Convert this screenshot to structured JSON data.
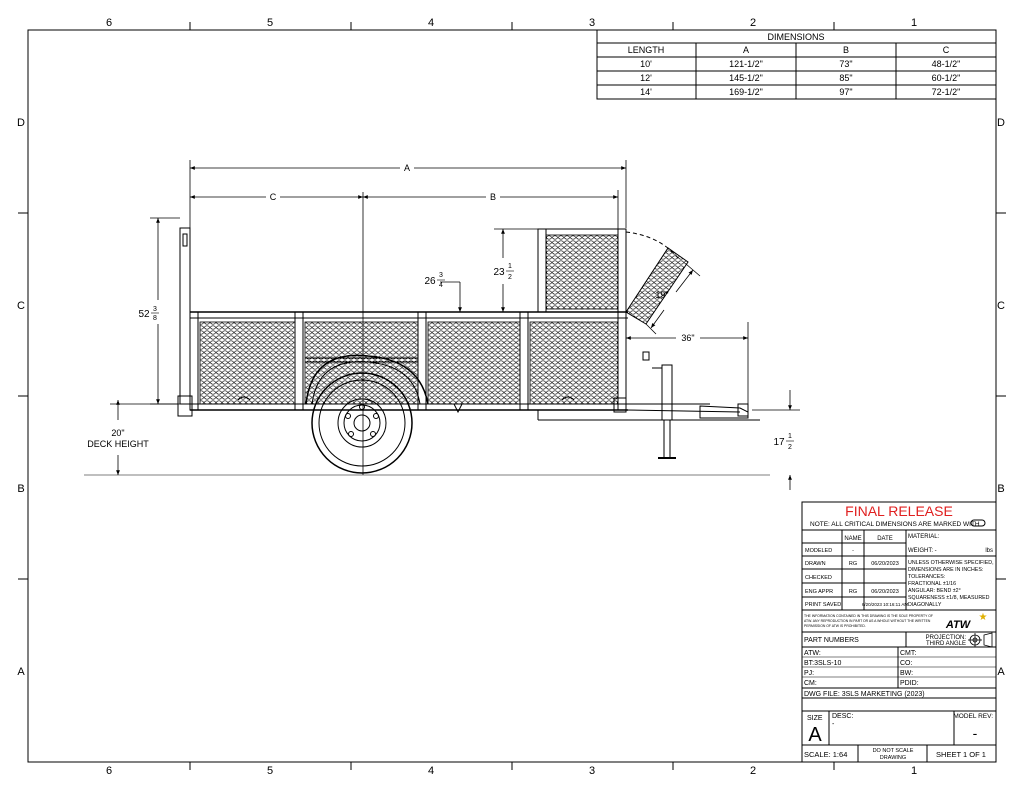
{
  "zones": {
    "top": [
      "6",
      "5",
      "4",
      "3",
      "2",
      "1"
    ],
    "bottom": [
      "6",
      "5",
      "4",
      "3",
      "2",
      "1"
    ],
    "left": [
      "D",
      "C",
      "B",
      "A"
    ],
    "right": [
      "D",
      "C",
      "B",
      "A"
    ]
  },
  "dimensions_table": {
    "title": "DIMENSIONS",
    "headers": [
      "LENGTH",
      "A",
      "B",
      "C"
    ],
    "rows": [
      [
        "10'",
        "121-1/2\"",
        "73\"",
        "48-1/2\""
      ],
      [
        "12'",
        "145-1/2\"",
        "85\"",
        "60-1/2\""
      ],
      [
        "14'",
        "169-1/2\"",
        "97\"",
        "72-1/2\""
      ]
    ]
  },
  "drawing": {
    "dim_a": "A",
    "dim_b": "B",
    "dim_c": "C",
    "gate_height_whole": "52",
    "gate_height_num": "3",
    "gate_height_den": "8",
    "side_height_whole": "26",
    "side_height_num": "3",
    "side_height_den": "4",
    "front_height_whole": "23",
    "front_height_num": "1",
    "front_height_den": "2",
    "angle_dim": "19\"",
    "tongue_dim": "36\"",
    "deck_height_value": "20\"",
    "deck_height_label": "DECK HEIGHT",
    "coupler_height_whole": "17",
    "coupler_height_num": "1",
    "coupler_height_den": "2"
  },
  "title_block": {
    "status": "FINAL RELEASE",
    "note": "NOTE: ALL CRITICAL DIMENSIONS ARE MARKED WITH",
    "col_name": "NAME",
    "col_date": "DATE",
    "material_label": "MATERIAL:",
    "rows": [
      {
        "label": "MODELED",
        "name": "-",
        "date": ""
      },
      {
        "label": "DRAWN",
        "name": "RG",
        "date": "06/20/2023"
      },
      {
        "label": "CHECKED",
        "name": "",
        "date": ""
      },
      {
        "label": "ENG APPR",
        "name": "RG",
        "date": "06/20/2023"
      },
      {
        "label": "PRINT SAVED",
        "name": "",
        "date": "6/20/2023 10:16:11 AM"
      }
    ],
    "weight_label": "WEIGHT: -",
    "weight_unit": "lbs",
    "spec_lines": [
      "UNLESS OTHERWISE SPECIFIED,",
      "DIMENSIONS ARE IN INCHES:",
      "TOLERANCES:",
      "FRACTIONAL ±1/16",
      "ANGULAR: BEND ±2°",
      "SQUARENESS ±1/8, MEASURED",
      "DIAGONALLY"
    ],
    "proprietary_lines": [
      "THE INFORMATION CONTAINED IN THIS DRAWING IS THE SOLE PROPERTY OF",
      "ATW. ANY REPRODUCTION IN PART OR AS A WHOLE WITHOUT THE WRITTEN",
      "PERMISSION OF ATW IS PROHIBITED."
    ],
    "logo_text": "ATW",
    "part_numbers_label": "PART NUMBERS",
    "projection_line1": "PROJECTION:",
    "projection_line2": "THIRD ANGLE",
    "part_left": [
      "ATW:",
      "BT:3SLS-10",
      "PJ:",
      "CM:"
    ],
    "part_right": [
      "CMT:",
      "CO:",
      "BW:",
      "PDID:"
    ],
    "dwg_file": "DWG FILE: 3SLS MARKETING (2023)",
    "size_label": "SIZE",
    "size_value": "A",
    "desc_label": "DESC:",
    "desc_value": "-",
    "model_rev_label": "MODEL REV:",
    "model_rev_value": "-",
    "scale": "SCALE: 1:64",
    "do_not_scale_1": "DO NOT SCALE",
    "do_not_scale_2": "DRAWING",
    "sheet": "SHEET 1 OF 1"
  }
}
